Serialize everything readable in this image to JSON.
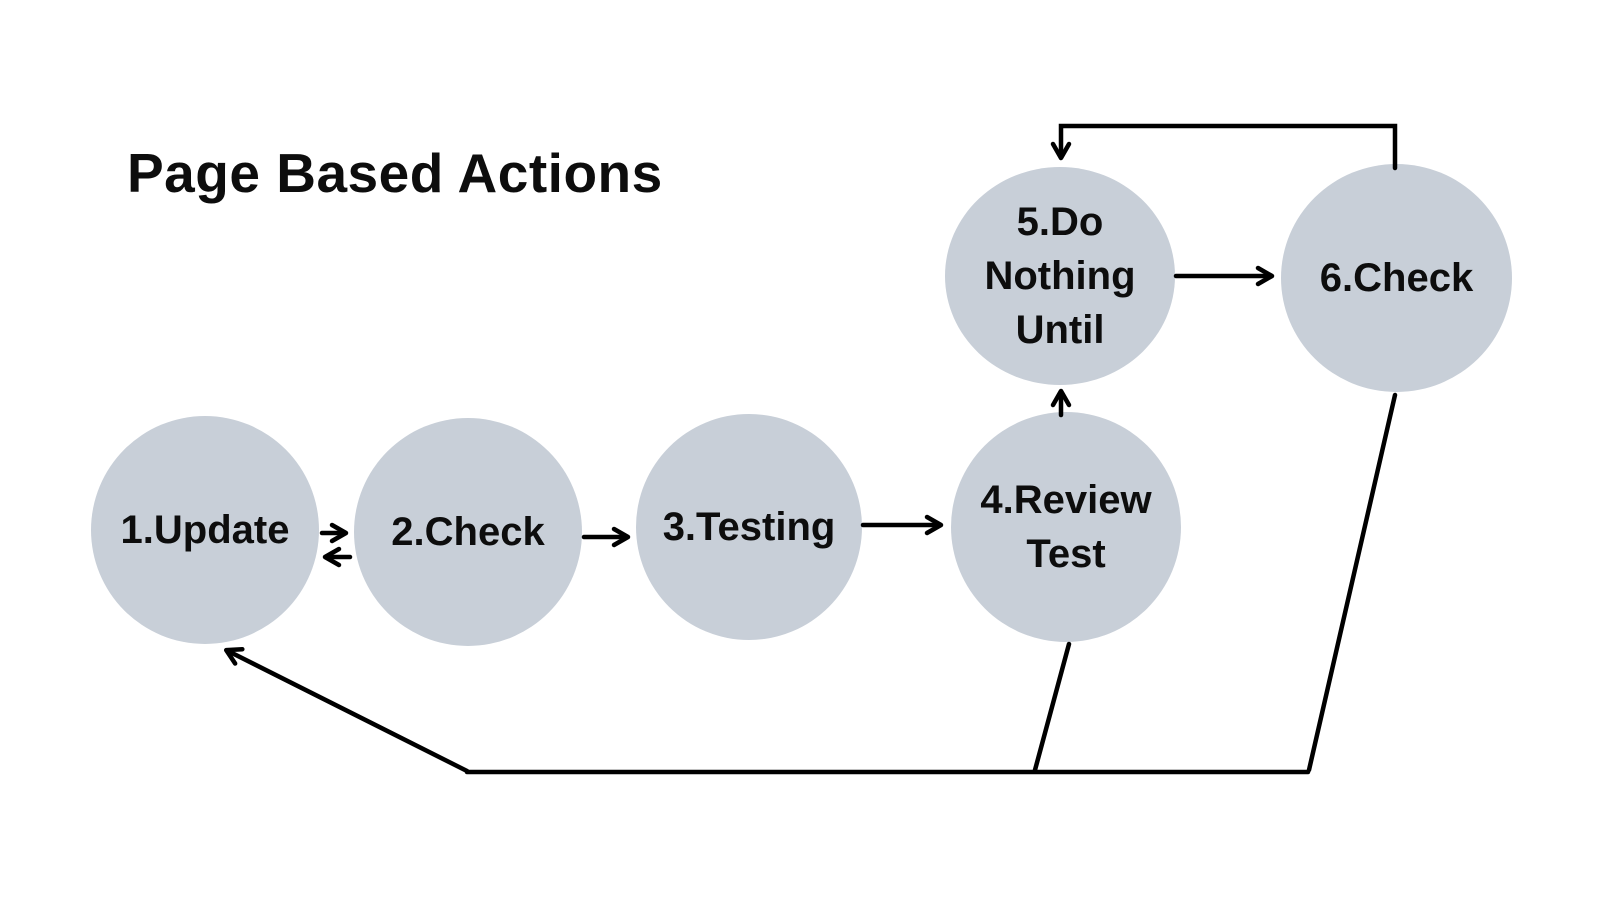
{
  "title": "Page Based Actions",
  "colors": {
    "circle_fill": "#c8cfd8",
    "line_color": "#000000",
    "text_color": "#0d0d0d",
    "background": "#ffffff"
  },
  "nodes": [
    {
      "id": 1,
      "label": "1.Update",
      "lines": [
        "1.Update"
      ]
    },
    {
      "id": 2,
      "label": "2.Check",
      "lines": [
        "2.Check"
      ]
    },
    {
      "id": 3,
      "label": "3.Testing",
      "lines": [
        "3.Testing"
      ]
    },
    {
      "id": 4,
      "label": "4.Review Test",
      "lines": [
        "4.Review",
        "Test"
      ]
    },
    {
      "id": 5,
      "label": "5.Do Nothing Until",
      "lines": [
        "5.Do",
        "Nothing",
        "Until"
      ]
    },
    {
      "id": 6,
      "label": "6.Check",
      "lines": [
        "6.Check"
      ]
    }
  ],
  "edges": [
    {
      "from": "1.Update",
      "to": "2.Check",
      "style": "arrow"
    },
    {
      "from": "2.Check",
      "to": "1.Update",
      "style": "arrow"
    },
    {
      "from": "2.Check",
      "to": "3.Testing",
      "style": "arrow"
    },
    {
      "from": "3.Testing",
      "to": "4.Review Test",
      "style": "arrow"
    },
    {
      "from": "4.Review Test",
      "to": "5.Do Nothing Until",
      "style": "arrow"
    },
    {
      "from": "5.Do Nothing Until",
      "to": "6.Check",
      "style": "arrow"
    },
    {
      "from": "6.Check",
      "to": "5.Do Nothing Until",
      "style": "arrow-loop-top"
    },
    {
      "from": "4.Review Test",
      "to": "1.Update",
      "style": "line-via-bottom"
    },
    {
      "from": "6.Check",
      "to": "1.Update",
      "style": "arrow-via-bottom"
    }
  ]
}
